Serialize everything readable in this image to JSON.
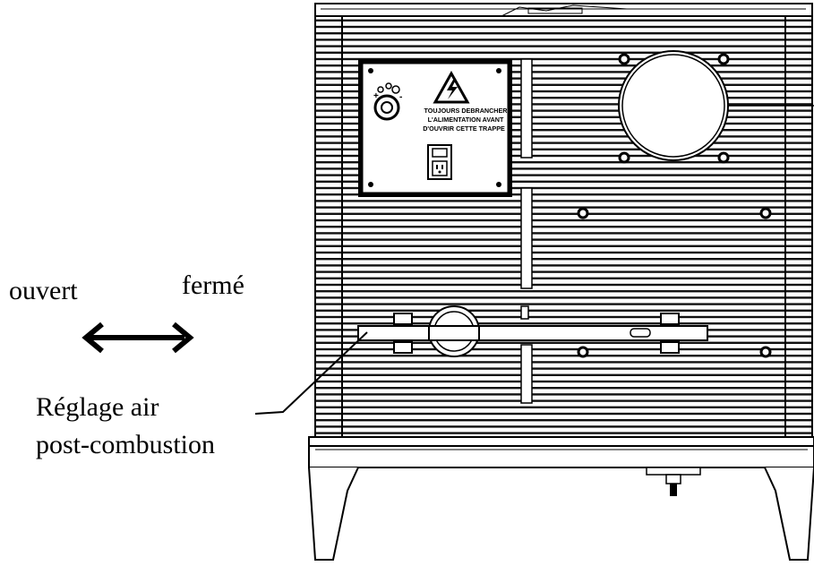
{
  "labels": {
    "open": "ouvert",
    "closed": "fermé",
    "adjust_line1": "Réglage air",
    "adjust_line2": "post-combustion"
  },
  "panel": {
    "warning_line1": "TOUJOURS DEBRANCHER",
    "warning_line2": "L'ALIMENTATION AVANT",
    "warning_line3": "D'OUVRIR CETTE TRAPPE",
    "plus": "+",
    "minus": "-"
  },
  "colors": {
    "line": "#000000",
    "background": "#ffffff"
  },
  "icons": [
    "warning-triangle-icon",
    "lightning-icon",
    "knob-icon",
    "power-socket-icon",
    "double-arrow-icon"
  ]
}
